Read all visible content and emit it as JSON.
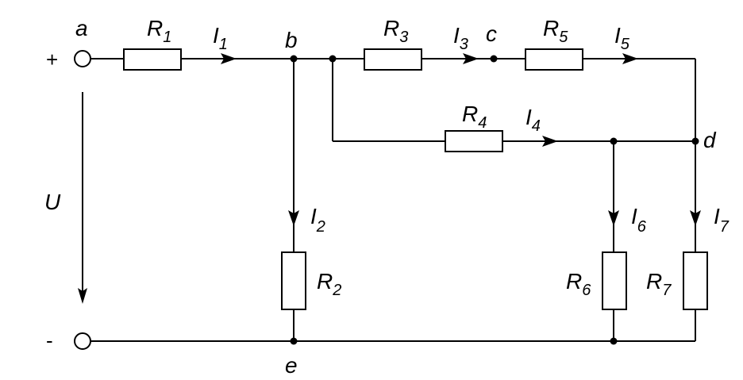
{
  "terminals": {
    "plus": "+",
    "minus": "-",
    "voltage": "U"
  },
  "nodes": {
    "a": "a",
    "b": "b",
    "c": "c",
    "d": "d",
    "e": "e"
  },
  "resistors": {
    "R1": {
      "main": "R",
      "sub": "1"
    },
    "R2": {
      "main": "R",
      "sub": "2"
    },
    "R3": {
      "main": "R",
      "sub": "3"
    },
    "R4": {
      "main": "R",
      "sub": "4"
    },
    "R5": {
      "main": "R",
      "sub": "5"
    },
    "R6": {
      "main": "R",
      "sub": "6"
    },
    "R7": {
      "main": "R",
      "sub": "7"
    }
  },
  "currents": {
    "I1": {
      "main": "I",
      "sub": "1"
    },
    "I2": {
      "main": "I",
      "sub": "2"
    },
    "I3": {
      "main": "I",
      "sub": "3"
    },
    "I4": {
      "main": "I",
      "sub": "4"
    },
    "I5": {
      "main": "I",
      "sub": "5"
    },
    "I6": {
      "main": "I",
      "sub": "6"
    },
    "I7": {
      "main": "I",
      "sub": "7"
    }
  }
}
